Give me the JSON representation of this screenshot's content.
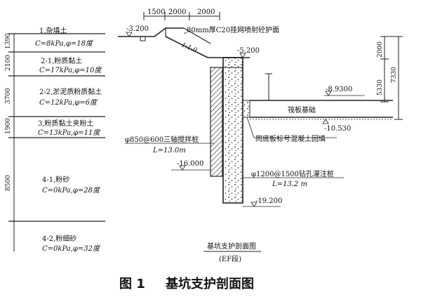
{
  "figure": {
    "caption_number": "图 1",
    "caption_title": "基坑支护剖面图",
    "drawing_title": "基坑支护剖面图",
    "drawing_subtitle": "(EF段)"
  },
  "top_dimensions": [
    "1500",
    "2000",
    "2000"
  ],
  "left_dimensions": [
    "1390",
    "2100",
    "3700",
    "1900",
    "8500"
  ],
  "right_dimensions": [
    "2000",
    "5330",
    "7330"
  ],
  "soil_layers": [
    {
      "name": "1,杂填土",
      "params": "C=8kPa,φ=18度"
    },
    {
      "name": "2-1,粉质黏土",
      "params": "C=17kPa,φ=10度"
    },
    {
      "name": "2-2,淤泥质粉质黏土",
      "params": "C=12kPa,φ=6度"
    },
    {
      "name": "3,粉质黏土夹粉土",
      "params": "C=13kPa,φ=11度"
    },
    {
      "name": "4-1,粉砂",
      "params": "C=0kPa,φ=28度"
    },
    {
      "name": "4-2,粉细砂",
      "params": "C=0kPa,φ=32度"
    }
  ],
  "elevations": [
    "-3.200",
    "-5.200",
    "-8.9300",
    "-10.530",
    "-16.000",
    "-19.200"
  ],
  "annotations": {
    "shotcrete": "80mm厚C20挂网喷射砼护面",
    "slope": "1:1.0",
    "raft": "筏板基础",
    "backfill": "同底板标号混凝土回填",
    "mixing_pile": "φ850@600三轴搅拌桩",
    "mixing_pile_len": "L=13.0m",
    "bored_pile": "φ1200@1500钻孔灌注桩",
    "bored_pile_len": "L=13.2 m"
  }
}
